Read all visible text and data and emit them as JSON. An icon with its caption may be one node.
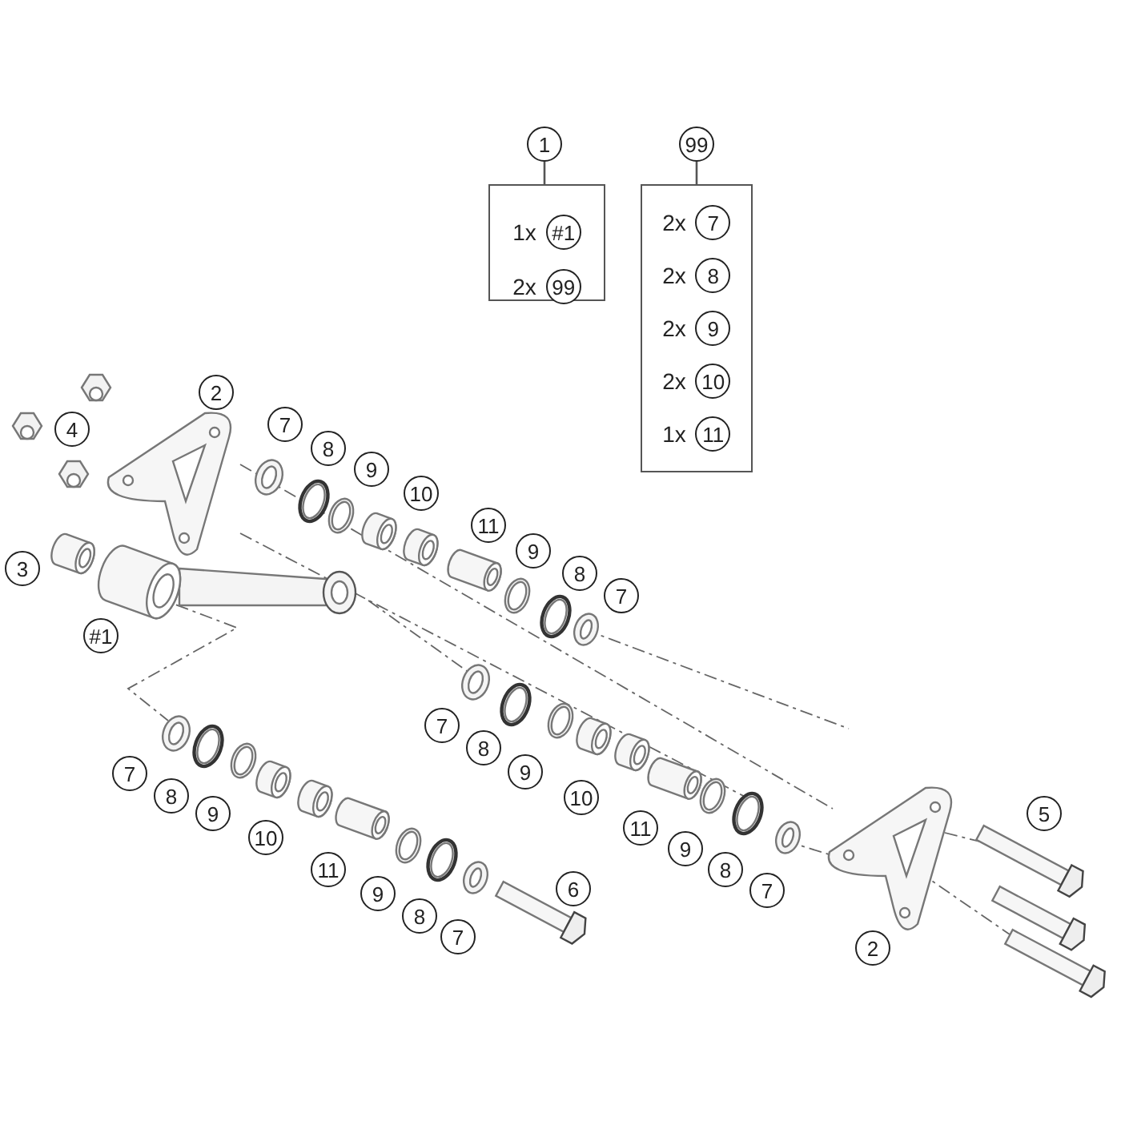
{
  "diagram": {
    "nodes": [
      {
        "text": [
          "1"
        ]
      },
      {
        "text": [],
        "shape": "box"
      },
      {
        "text": [
          "#1"
        ],
        "beside": [
          "1x"
        ],
        "in": 1
      },
      {
        "text": [
          "99"
        ],
        "beside": [
          "2x"
        ],
        "in": 1
      },
      {
        "text": [
          "99"
        ]
      },
      {
        "text": [],
        "shape": "box"
      },
      {
        "text": [
          "7"
        ],
        "beside": [
          "2x"
        ],
        "in": 5
      },
      {
        "text": [
          "8"
        ],
        "beside": [
          "2x"
        ],
        "in": 5
      },
      {
        "text": [
          "9"
        ],
        "beside": [
          "2x"
        ],
        "in": 5
      },
      {
        "text": [
          "10"
        ],
        "beside": [
          "2x"
        ],
        "in": 5
      },
      {
        "text": [
          "11"
        ],
        "beside": [
          "1x"
        ],
        "in": 5
      },
      {
        "text": [
          "2"
        ]
      },
      {
        "text": [
          "4"
        ]
      },
      {
        "text": [
          "7"
        ]
      },
      {
        "text": [
          "8"
        ]
      },
      {
        "text": [
          "9"
        ]
      },
      {
        "text": [
          "10"
        ]
      },
      {
        "text": [
          "3"
        ]
      },
      {
        "text": [
          "11"
        ]
      },
      {
        "text": [
          "9"
        ]
      },
      {
        "text": [
          "8"
        ]
      },
      {
        "text": [
          "7"
        ]
      },
      {
        "text": [
          "#1"
        ]
      },
      {
        "text": [
          "7"
        ]
      },
      {
        "text": [
          "8"
        ]
      },
      {
        "text": [
          "9"
        ]
      },
      {
        "text": [
          "10"
        ]
      },
      {
        "text": [
          "7"
        ]
      },
      {
        "text": [
          "8"
        ]
      },
      {
        "text": [
          "9"
        ]
      },
      {
        "text": [
          "10"
        ]
      },
      {
        "text": [
          "5"
        ]
      },
      {
        "text": [
          "11"
        ]
      },
      {
        "text": [
          "9"
        ]
      },
      {
        "text": [
          "8"
        ]
      },
      {
        "text": [
          "7"
        ]
      },
      {
        "text": [
          "11"
        ]
      },
      {
        "text": [
          "9"
        ]
      },
      {
        "text": [
          "8"
        ]
      },
      {
        "text": [
          "7"
        ]
      },
      {
        "text": [
          "6"
        ]
      },
      {
        "text": [
          "2"
        ]
      }
    ],
    "edges": [
      {
        "from": 0,
        "to": 1,
        "arrow": "none"
      },
      {
        "from": 4,
        "to": 5,
        "arrow": "none"
      }
    ]
  }
}
